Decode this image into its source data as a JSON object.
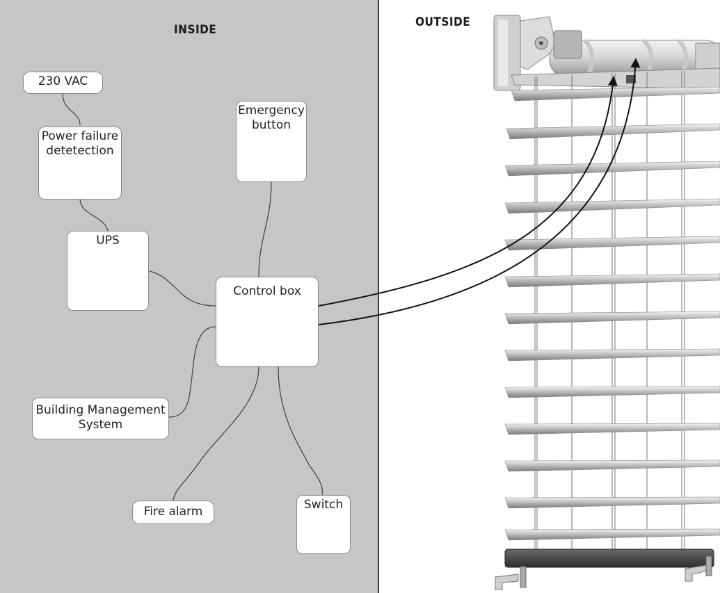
{
  "zones": {
    "inside": "INSIDE",
    "outside": "OUTSIDE"
  },
  "nodes": {
    "power_supply": "230 VAC",
    "power_failure": "Power failure\ndetetection",
    "ups": "UPS",
    "emergency": "Emergency\nbutton",
    "control_box": "Control box",
    "bms": "Building Management\nSystem",
    "fire_alarm": "Fire alarm",
    "switch": "Switch"
  }
}
